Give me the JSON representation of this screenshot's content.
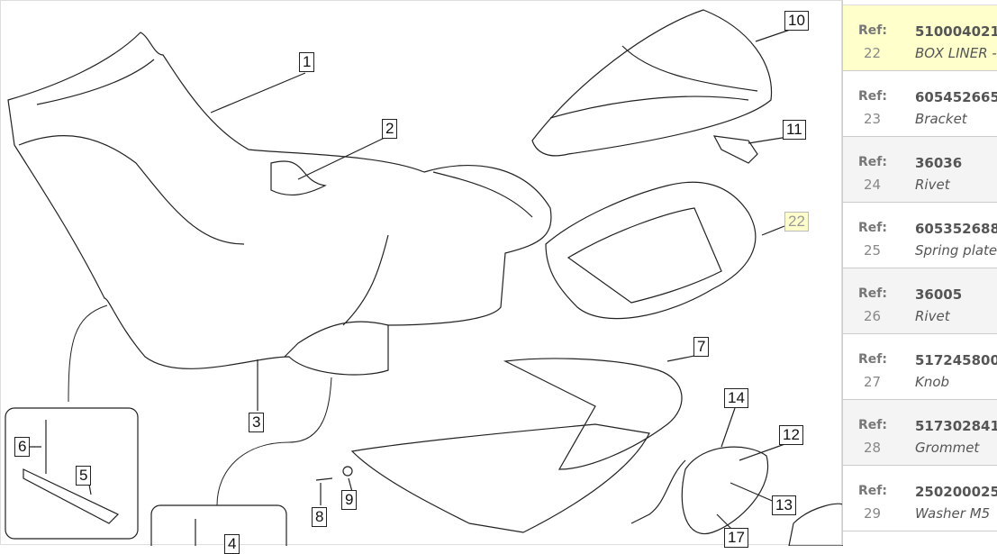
{
  "diagram": {
    "callouts": [
      "1",
      "2",
      "3",
      "4",
      "5",
      "6",
      "7",
      "8",
      "9",
      "10",
      "11",
      "12",
      "13",
      "14",
      "17",
      "22"
    ],
    "highlighted": "22",
    "highlight_color": "#ffffcc"
  },
  "parts_list": {
    "ref_label": "Ref:",
    "items": [
      {
        "ref": "22",
        "code": "510004021",
        "desc": "BOX LINER - C"
      },
      {
        "ref": "23",
        "code": "605452665",
        "desc": "Bracket"
      },
      {
        "ref": "24",
        "code": "36036",
        "desc": "Rivet"
      },
      {
        "ref": "25",
        "code": "605352688",
        "desc": "Spring plate"
      },
      {
        "ref": "26",
        "code": "36005",
        "desc": "Rivet"
      },
      {
        "ref": "27",
        "code": "517245800",
        "desc": "Knob"
      },
      {
        "ref": "28",
        "code": "517302841",
        "desc": "Grommet"
      },
      {
        "ref": "29",
        "code": "250200025",
        "desc": "Washer M5"
      }
    ]
  }
}
